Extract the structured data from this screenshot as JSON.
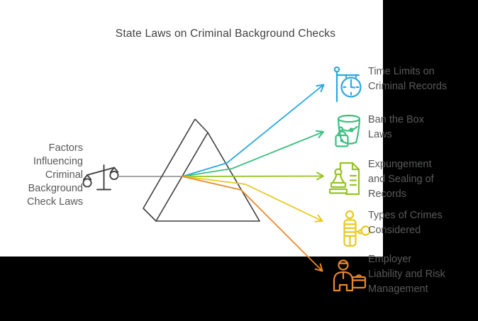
{
  "title": "State Laws on Criminal Background Checks",
  "input": {
    "label": "Factors\nInfluencing\nCriminal\nBackground\nCheck Laws",
    "icon": "scales-of-justice-icon"
  },
  "outputs": [
    {
      "label": "Time Limits on\nCriminal Records",
      "icon": "hanging-clock-icon",
      "color": "#29a9e2"
    },
    {
      "label": "Ban the Box\nLaws",
      "icon": "bucket-padlock-icon",
      "color": "#3bbf7f"
    },
    {
      "label": "Expungement\nand Sealing of\nRecords",
      "icon": "stamped-document-icon",
      "color": "#97c327"
    },
    {
      "label": "Types of Crimes\nConsidered",
      "icon": "prisoner-ball-chain-icon",
      "color": "#e7ca1f"
    },
    {
      "label": "Employer\nLiability and Risk\nManagement",
      "icon": "employer-briefcase-icon",
      "color": "#e8892e"
    }
  ],
  "colors": {
    "page_background": "#000000",
    "canvas_background": "#ffffff",
    "title_text": "#414042",
    "label_text": "#58595b",
    "prism_outline": "#3e3e40",
    "scales_icon": "#414042",
    "input_line": "#85878a"
  }
}
